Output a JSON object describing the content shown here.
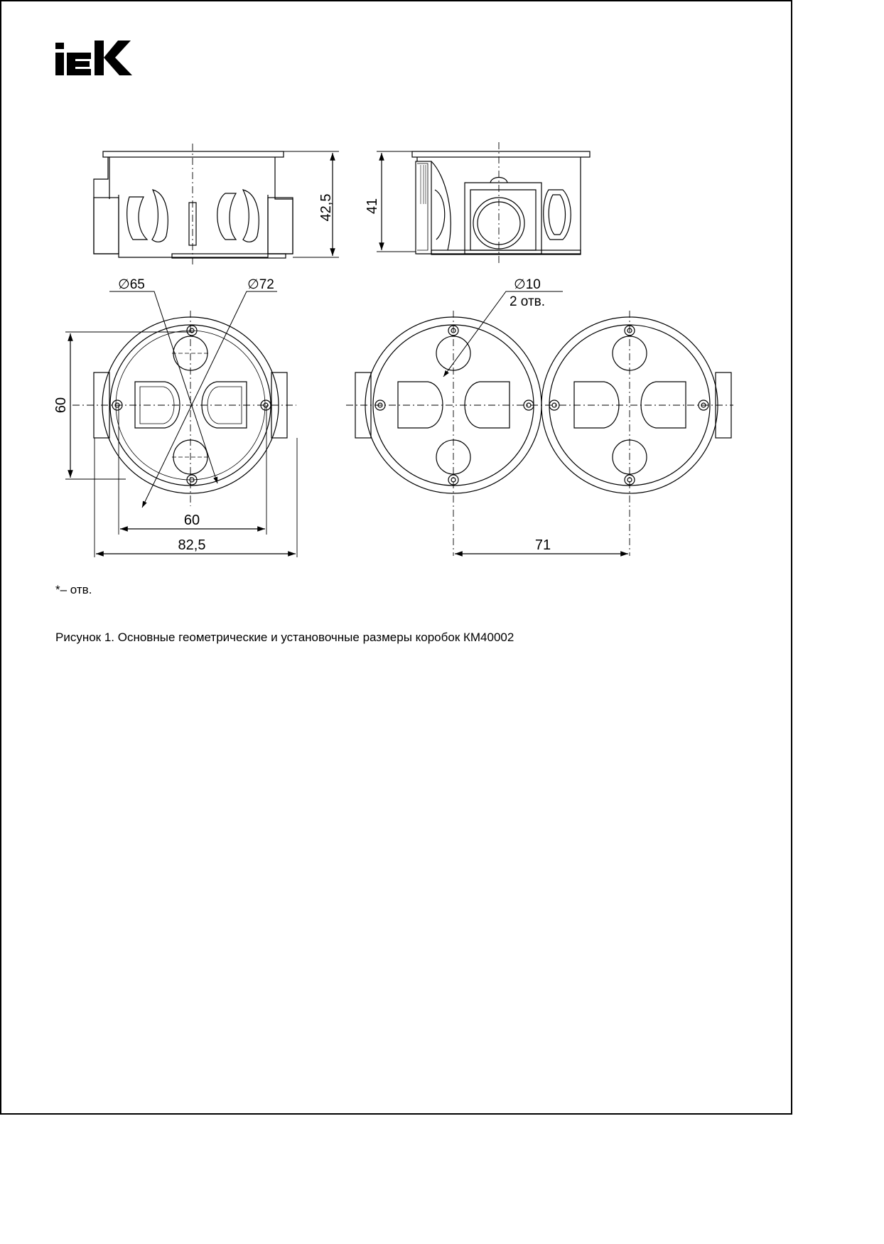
{
  "logo": {
    "text": "IEK"
  },
  "dimensions": {
    "side_height": "42,5",
    "side_height_2": "41",
    "dia_inner": "∅65",
    "dia_outer": "∅72",
    "hole_dia": "∅10",
    "hole_count": "2 отв.",
    "height": "60",
    "width_inner": "60",
    "width_outer": "82,5",
    "pitch": "71"
  },
  "note": "*– отв.",
  "caption": "Рисунок 1. Основные геометрические и установочные размеры коробок КМ40002"
}
